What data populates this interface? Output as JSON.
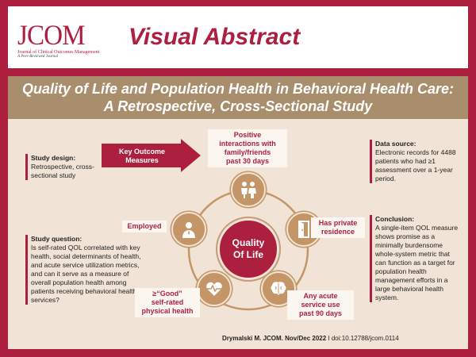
{
  "header": {
    "logo_main": "JCOM",
    "logo_sub": "Journal of Clinical Outcomes Management",
    "logo_tagline": "A Peer-Reviewed Journal",
    "title": "Visual Abstract"
  },
  "study_title": {
    "line1": "Quality of Life and Population Health in Behavioral Health Care:",
    "line2": "A Retrospective, Cross-Sectional Study"
  },
  "study_design": {
    "heading": "Study design:",
    "body": "Retrospective, cross-sectional study"
  },
  "study_question": {
    "heading": "Study question:",
    "body": "Is self-rated QOL correlated with key health, social determinants of health, and acute service utilization metrics, and can it serve as a measure of overall population health among patients receiving behavioral health services?"
  },
  "data_source": {
    "heading": "Data source:",
    "body": "Electronic records for 4488 patients who had ≥1 assessment over a 1-year period."
  },
  "conclusion": {
    "heading": "Conclusion:",
    "body": "A single-item QOL measure shows promise as a minimally burdensome whole-system metric that can function as a target for population health management efforts in a large behavioral health system."
  },
  "diagram": {
    "arrow_label_1": "Key Outcome",
    "arrow_label_2": "Measures",
    "center_1": "Quality",
    "center_2": "Of Life",
    "nodes": {
      "family": {
        "line1": "Positive",
        "line2": "interactions with",
        "line3": "family/friends",
        "line4": "past 30 days",
        "icon": "people-icon"
      },
      "residence": {
        "line1": "Has private",
        "line2": "residence",
        "icon": "door-icon"
      },
      "acute": {
        "line1": "Any acute",
        "line2": "service use",
        "line3": "past 90 days",
        "icon": "brain-icon"
      },
      "health": {
        "line1": "≥“Good”",
        "line2": "self-rated",
        "line3": "physical health",
        "icon": "heart-pulse-icon"
      },
      "employed": {
        "line1": "Employed",
        "icon": "worker-icon"
      }
    }
  },
  "citation": {
    "author": "Drymalski M. JCOM. Nov/Dec 2022",
    "doi": " I doi:10.12788/jcom.0114"
  },
  "colors": {
    "brand": "#ad1f3f",
    "tan": "#a88e6c",
    "node": "#c49567",
    "content_bg": "#f1e4d6"
  }
}
